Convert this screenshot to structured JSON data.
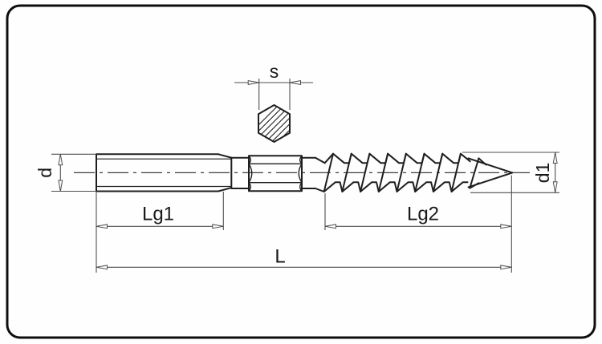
{
  "labels": {
    "across_flats": "s",
    "machine_thread_diameter": "d",
    "wood_thread_diameter": "d1",
    "machine_thread_length": "Lg1",
    "wood_thread_length": "Lg2",
    "overall_length": "L"
  },
  "colors": {
    "background": "#fefefe",
    "outline": "#1e1e1e",
    "dimension": "#4f4f4f",
    "text": "#1a1a1a",
    "frame": "#0d0d0d"
  }
}
